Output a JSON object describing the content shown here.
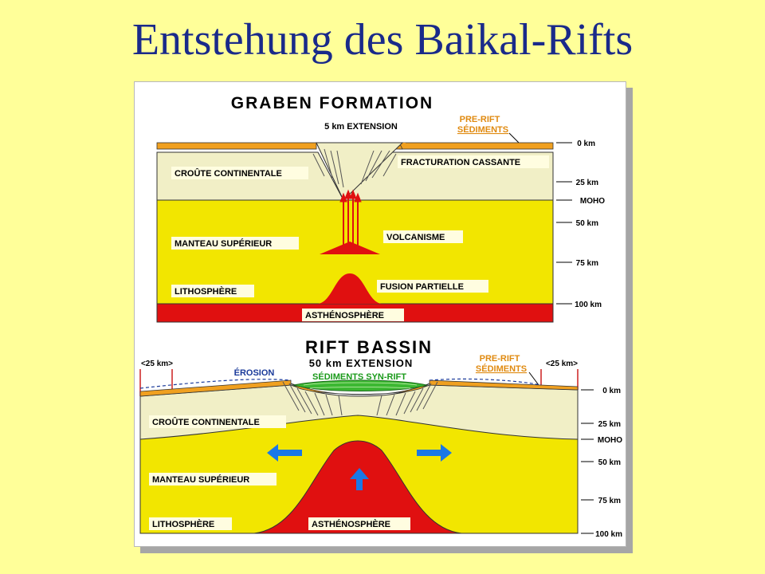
{
  "slide": {
    "title": "Entstehung des Baikal-Rifts"
  },
  "graben": {
    "heading": "GRABEN FORMATION",
    "extension": "5 km EXTENSION",
    "prerift_line1": "PRE-RIFT",
    "prerift_line2": "SÉDIMENTS",
    "fracturation": "FRACTURATION CASSANTE",
    "croute": "CROÛTE CONTINENTALE",
    "volcanisme": "VOLCANISME",
    "manteau": "MANTEAU SUPÉRIEUR",
    "fusion": "FUSION PARTIELLE",
    "lithosphere": "LITHOSPHÈRE",
    "asthenosphere": "ASTHÉNOSPHÈRE",
    "depths": [
      "0 km",
      "25 km",
      "MOHO",
      "50 km",
      "75 km",
      "100 km"
    ]
  },
  "bassin": {
    "heading": "RIFT BASSIN",
    "extension": "50 km EXTENSION",
    "syn_rift": "SÉDIMENTS SYN-RIFT",
    "erosion": "ÉROSION",
    "width_left": "<25 km>",
    "width_right": "<25 km>",
    "prerift_line1": "PRE-RIFT",
    "prerift_line2": "SÉDIMENTS",
    "croute": "CROÛTE CONTINENTALE",
    "manteau": "MANTEAU SUPÉRIEUR",
    "lithosphere": "LITHOSPHÈRE",
    "asthenosphere": "ASTHÉNOSPHÈRE",
    "depths": [
      "0 km",
      "25 km",
      "MOHO",
      "50 km",
      "75 km",
      "100 km"
    ]
  },
  "colors": {
    "background": "#ffff99",
    "title": "#1a2a8a",
    "crust": "#f1efc6",
    "mantle": "#f2e600",
    "asthenosphere": "#e01010",
    "sediment_orange": "#f0a020",
    "syn_rift_green": "#3cb832",
    "arrow_blue": "#1a78e6",
    "erosion_blue": "#1a3a9a"
  }
}
